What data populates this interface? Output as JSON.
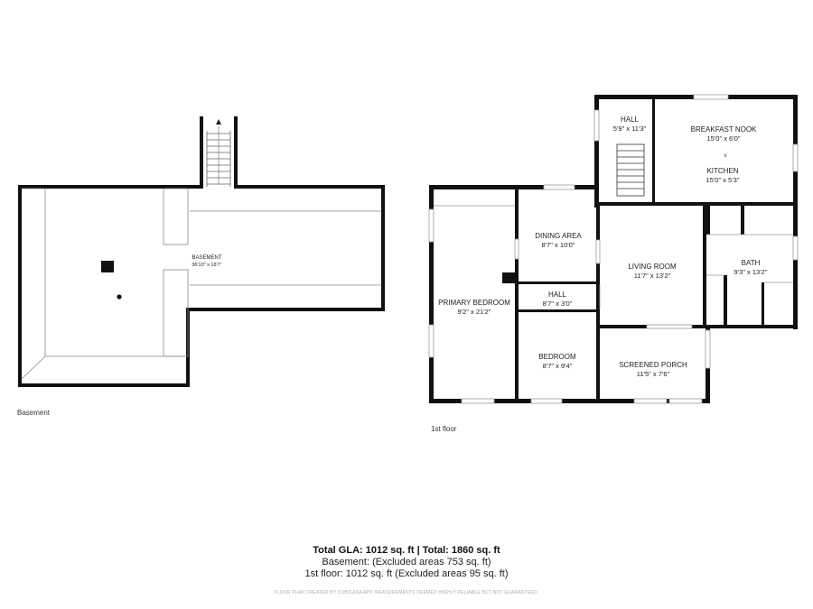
{
  "floors": {
    "basement": {
      "label": "Basement",
      "rooms": [
        {
          "id": "basement",
          "name": "BASEMENT",
          "dims": "36'10\" x 18'7\""
        }
      ]
    },
    "first": {
      "label": "1st floor",
      "rooms": [
        {
          "id": "hall-upper",
          "name": "HALL",
          "dims": "5'9\" x 11'3\""
        },
        {
          "id": "breakfast-nook",
          "name": "BREAKFAST NOOK",
          "dims": "15'0\" x 6'0\""
        },
        {
          "id": "kitchen",
          "name": "KITCHEN",
          "dims": "15'0\" x 5'3\""
        },
        {
          "id": "dining-area",
          "name": "DINING AREA",
          "dims": "8'7\" x 10'0\""
        },
        {
          "id": "living-room",
          "name": "LIVING ROOM",
          "dims": "11'7\" x 13'2\""
        },
        {
          "id": "bath",
          "name": "BATH",
          "dims": "9'3\" x 13'2\""
        },
        {
          "id": "primary-bedroom",
          "name": "PRIMARY BEDROOM",
          "dims": "9'2\" x 21'2\""
        },
        {
          "id": "hall-lower",
          "name": "HALL",
          "dims": "8'7\" x 3'0\""
        },
        {
          "id": "bedroom",
          "name": "BEDROOM",
          "dims": "8'7\" x 9'4\""
        },
        {
          "id": "screened-porch",
          "name": "SCREENED PORCH",
          "dims": "11'5\" x 7'6\""
        }
      ]
    }
  },
  "summary": {
    "total": "Total GLA: 1012 sq. ft | Total: 1860 sq. ft",
    "basement": "Basement: (Excluded areas 753 sq. ft)",
    "first_floor": "1st floor: 1012 sq. ft (Excluded areas 95 sq. ft)"
  },
  "disclaimer": "FLOOR PLAN CREATED BY CUBICASA APP. MEASUREMENTS DEEMED HIGHLY RELIABLE BUT NOT GUARANTEED."
}
